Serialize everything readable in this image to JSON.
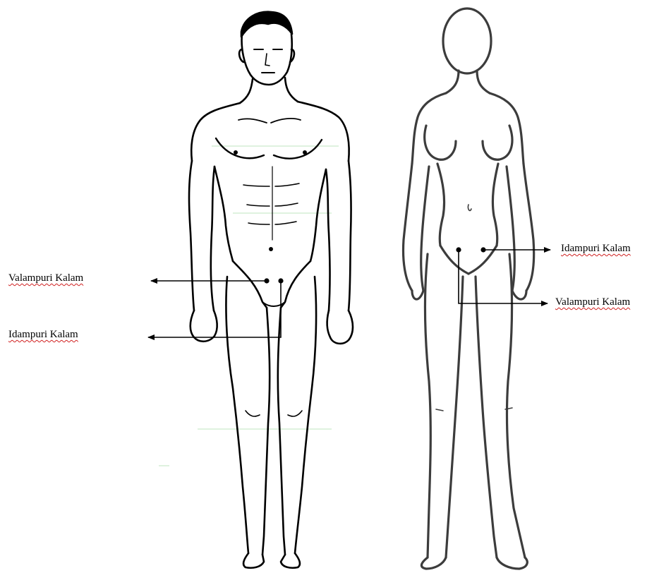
{
  "labels": {
    "male_valampuri": "Valampuri Kalam",
    "male_idampuri": "Idampuri Kalam",
    "female_idampuri": "Idampuri Kalam",
    "female_valampuri": "Valampuri Kalam"
  },
  "colors": {
    "ink": "#000000",
    "spellcheck_underline": "#d02020",
    "faint_guides": "#bfe6bf"
  }
}
